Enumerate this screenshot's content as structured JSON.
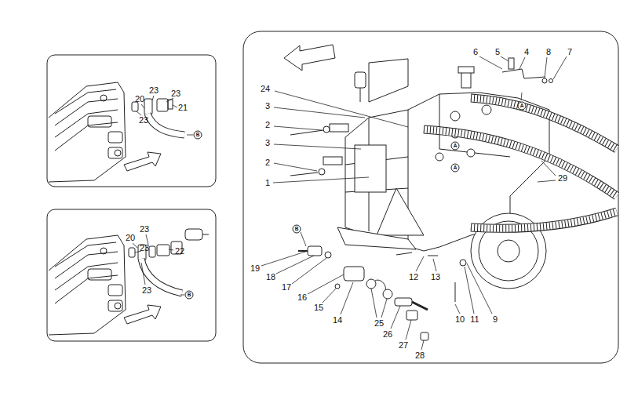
{
  "diagram": {
    "labels": [
      "23",
      "20",
      "23",
      "21",
      "23",
      "B",
      "20",
      "23",
      "23",
      "22",
      "23",
      "B",
      "6",
      "5",
      "4",
      "8",
      "7",
      "24",
      "3",
      "2",
      "3",
      "2",
      "1",
      "A",
      "A",
      "A",
      "29",
      "B",
      "19",
      "18",
      "17",
      "16",
      "15",
      "14",
      "25",
      "26",
      "27",
      "28",
      "12",
      "13",
      "10",
      "11",
      "9"
    ]
  }
}
